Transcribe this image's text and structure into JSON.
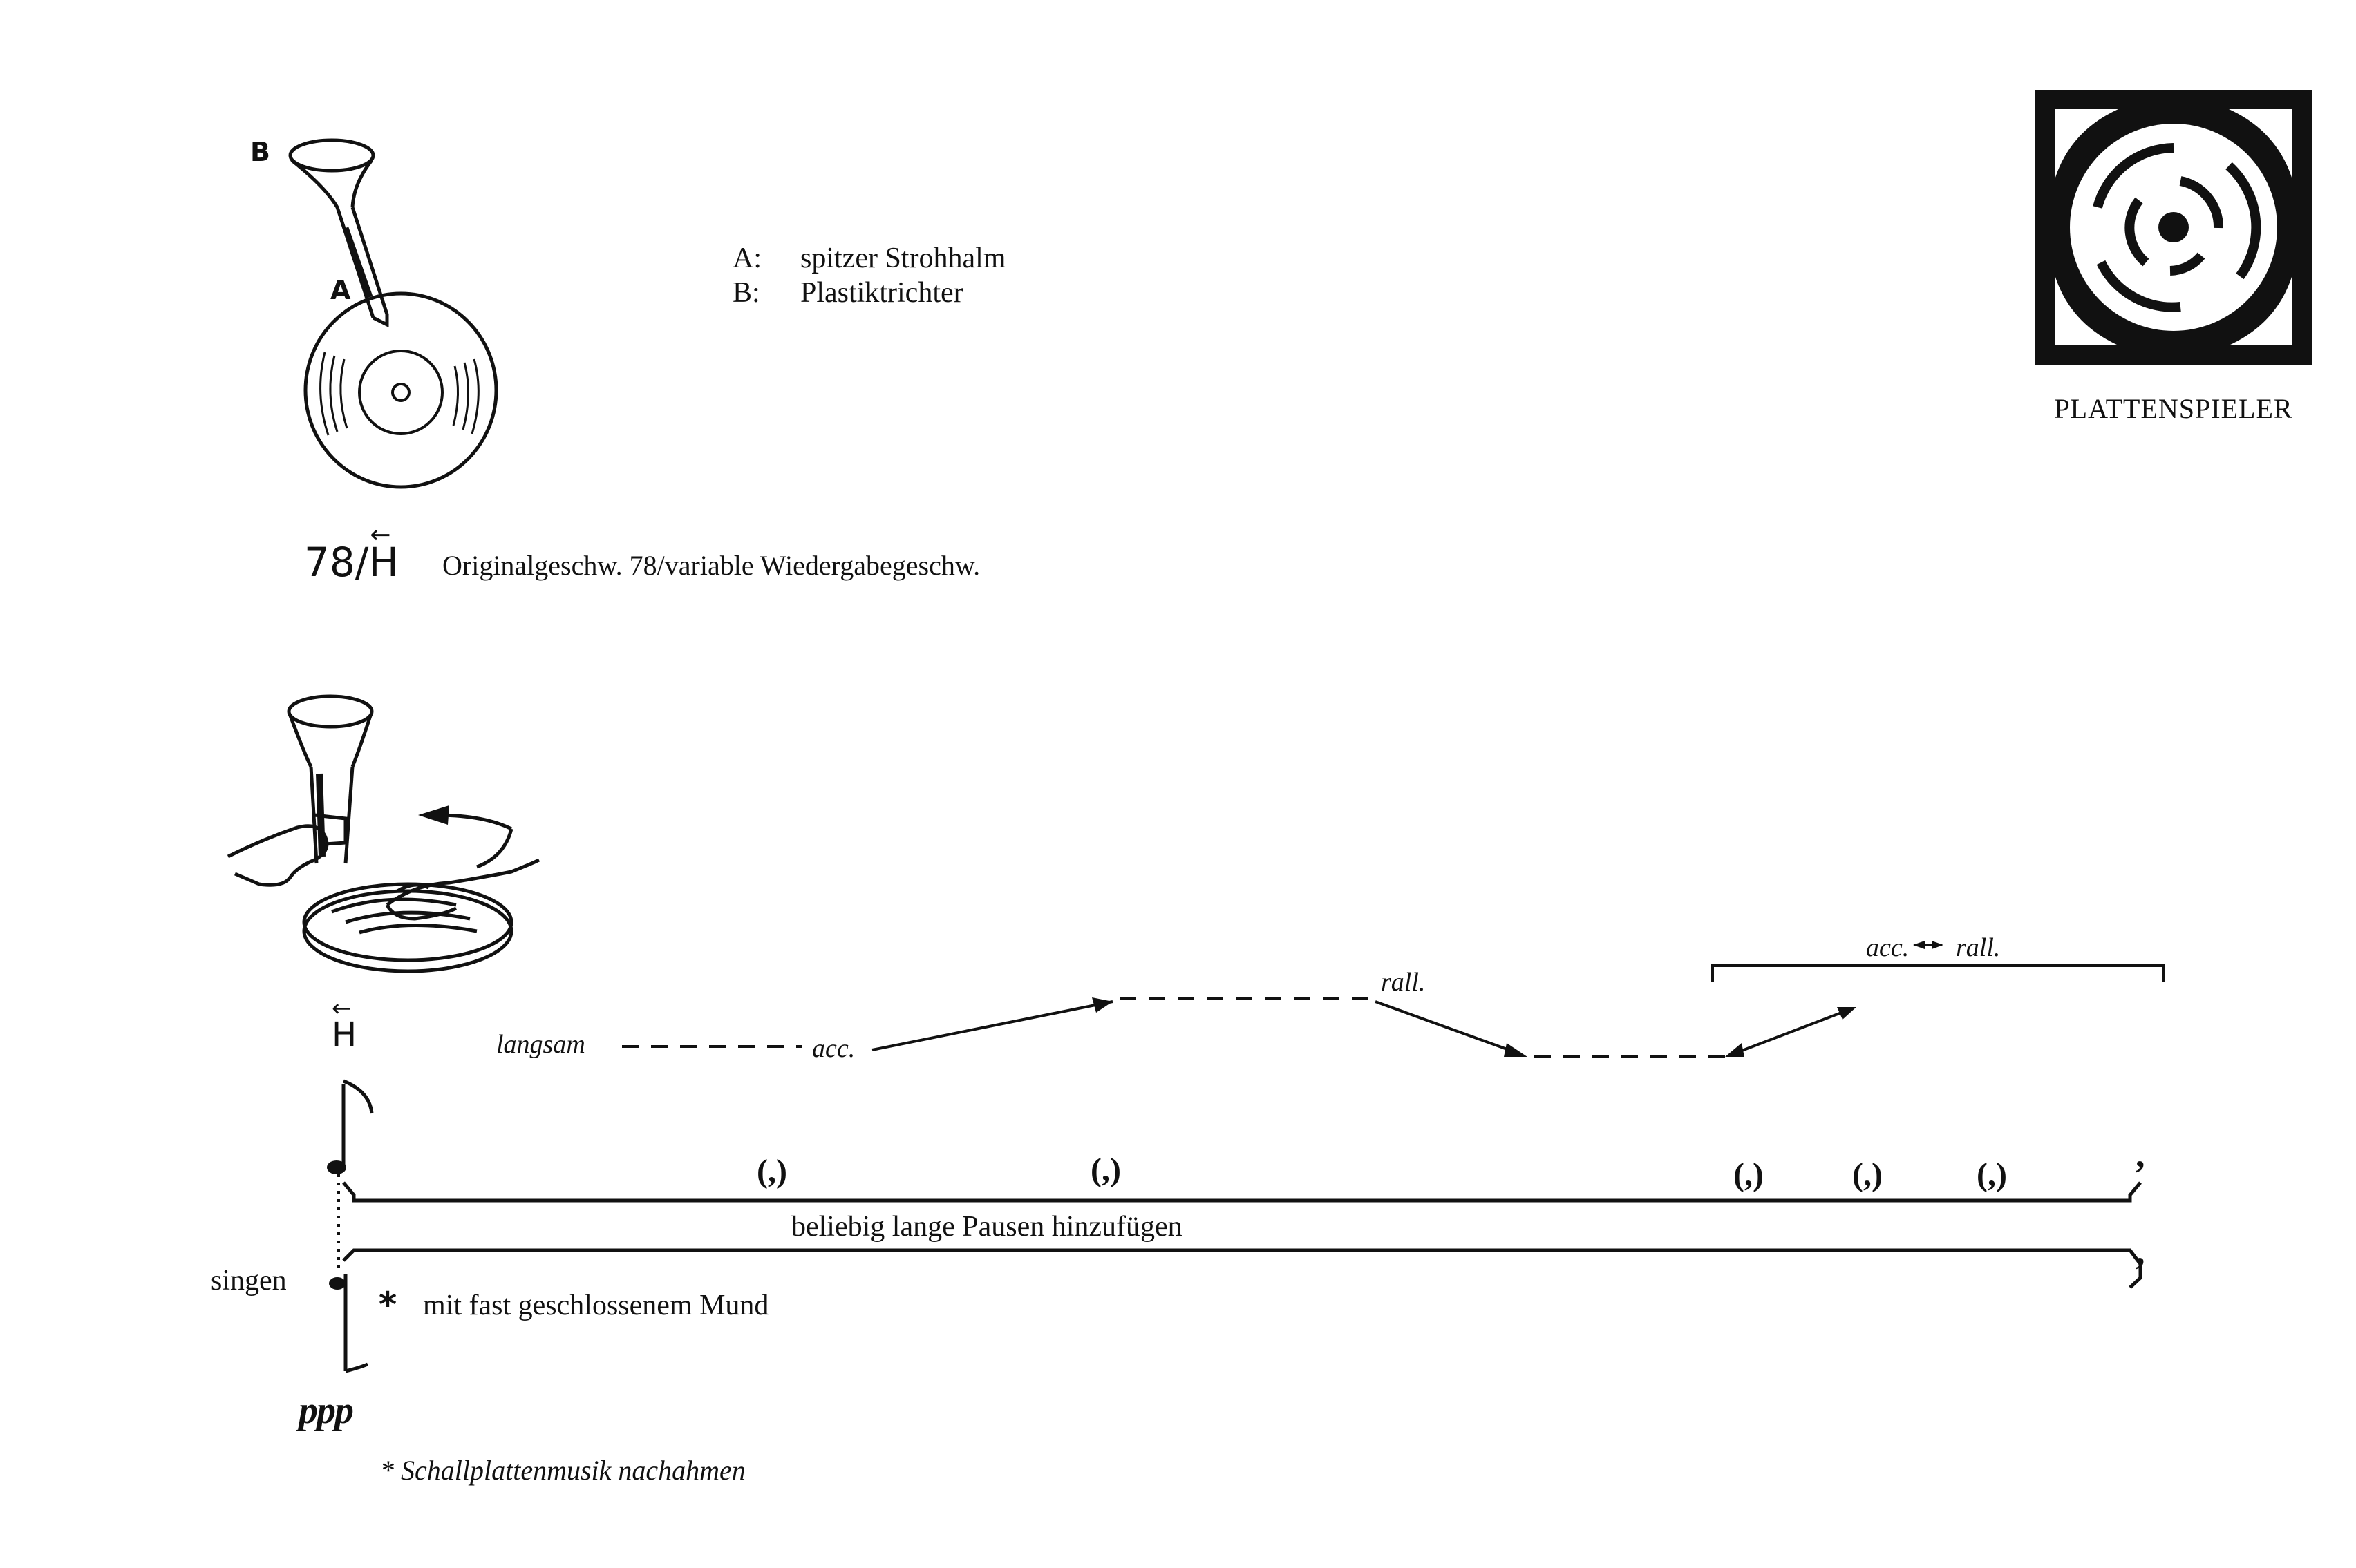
{
  "header": {
    "icon_name": "turntable-icon",
    "icon_label": "PLATTENSPIELER"
  },
  "legend": {
    "items": [
      {
        "key": "A:",
        "text": "spitzer Strohhalm"
      },
      {
        "key": "B:",
        "text": "Plastiktrichter"
      }
    ]
  },
  "figure1": {
    "label_a": "A",
    "label_b": "B"
  },
  "speed": {
    "value": "78/",
    "symbol": "H",
    "description": "Originalgeschw. 78/variable Wiedergabegeschw."
  },
  "score": {
    "clef_symbol": "H",
    "tempo": {
      "langsam": "langsam",
      "acc": "acc.",
      "rall": "rall.",
      "bracket_acc": "acc.",
      "bracket_rall": "rall."
    },
    "breath_mark": "(,)",
    "breath_end": ",",
    "pause_instruction": "beliebig lange Pausen hinzufügen",
    "singen": "singen",
    "asterisk": "*",
    "mouth_instruction": "mit fast geschlossenem Mund",
    "dynamic": "ppp",
    "footnote": "*  Schallplattenmusik nachahmen"
  },
  "colors": {
    "ink": "#111111",
    "paper": "#ffffff"
  }
}
